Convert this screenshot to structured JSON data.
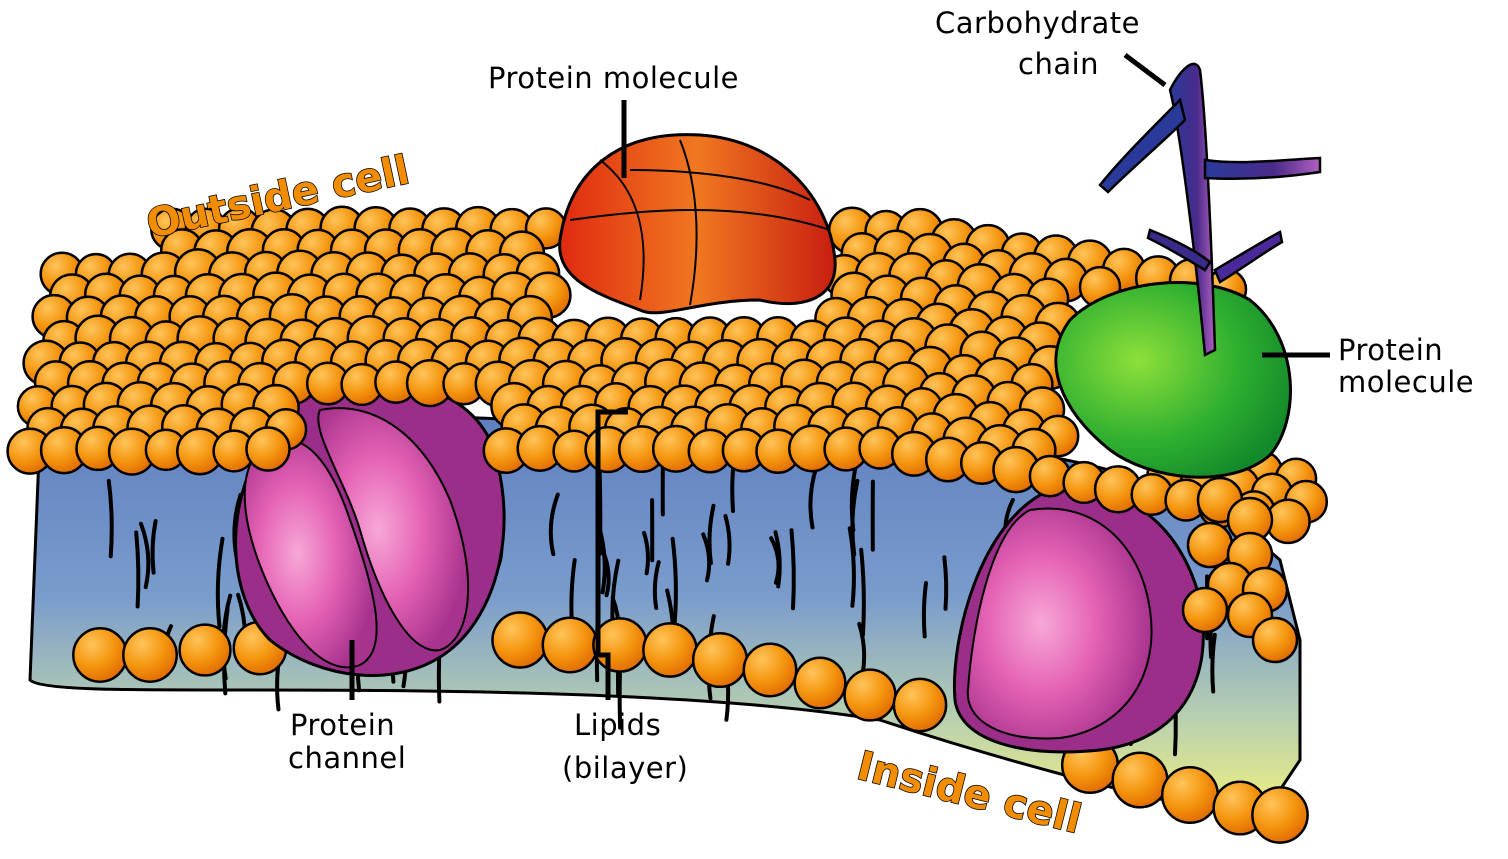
{
  "labels": {
    "protein_molecule_top": "Protein molecule",
    "carbohydrate_line1": "Carbohydrate",
    "carbohydrate_line2": "chain",
    "protein_molecule_right_line1": "Protein",
    "protein_molecule_right_line2": "molecule",
    "protein_channel_line1": "Protein",
    "protein_channel_line2": "channel",
    "lipids_line1": "Lipids",
    "lipids_line2": "(bilayer)",
    "outside_cell": "Outside cell",
    "inside_cell": "Inside cell"
  },
  "colors": {
    "lipid_head": "#f59a1a",
    "lipid_head_dark": "#e0780a",
    "protein_red": "#e8401a",
    "protein_green": "#2fb52a",
    "protein_purple": "#a0388c",
    "protein_pink": "#e86ab8",
    "carbohydrate": "#4a2a8a",
    "bilayer_blue": "#6f8fc8",
    "bilayer_yellow": "#f2f27a",
    "side_text": "#f28c00"
  }
}
